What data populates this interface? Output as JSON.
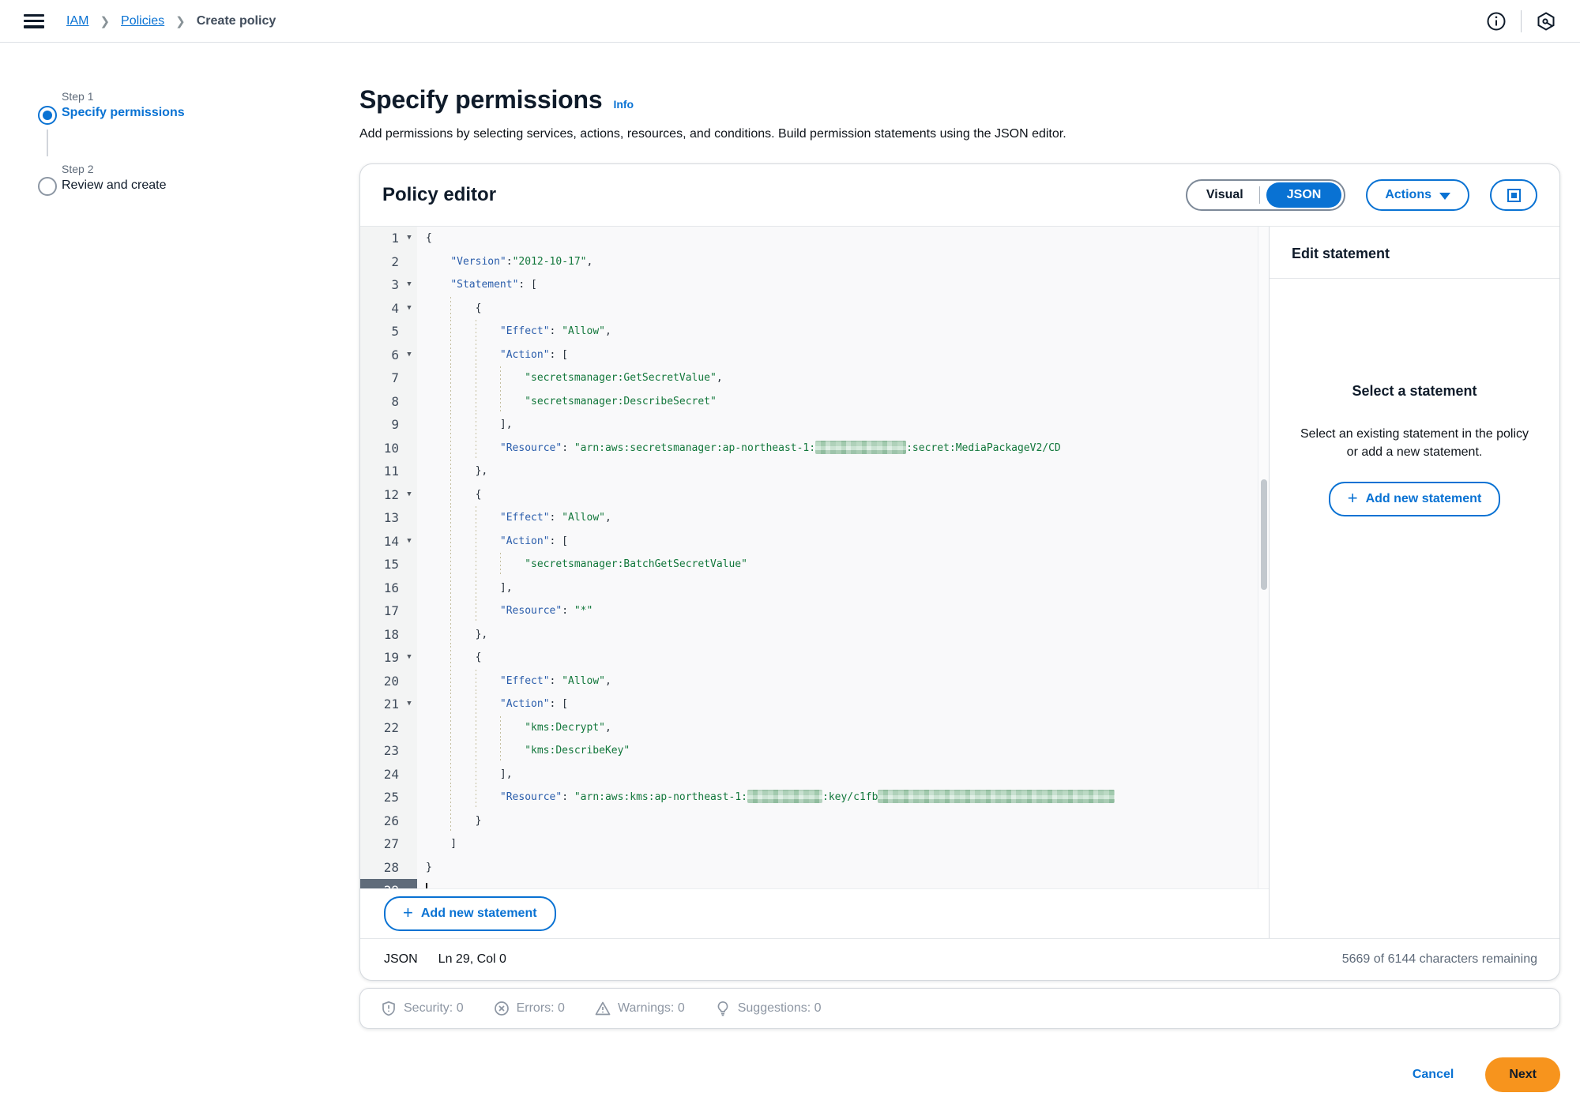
{
  "topbar": {
    "breadcrumb_iam": "IAM",
    "breadcrumb_policies": "Policies",
    "breadcrumb_current": "Create policy"
  },
  "steps": {
    "step1_label": "Step 1",
    "step1_title": "Specify permissions",
    "step2_label": "Step 2",
    "step2_title": "Review and create"
  },
  "header": {
    "title": "Specify permissions",
    "info_link": "Info",
    "description": "Add permissions by selecting services, actions, resources, and conditions. Build permission statements using the JSON editor."
  },
  "policy_editor": {
    "title": "Policy editor",
    "visual_tab": "Visual",
    "json_tab": "JSON",
    "actions_button": "Actions",
    "side_panel": {
      "header": "Edit statement",
      "empty_title": "Select a statement",
      "empty_text": "Select an existing statement in the policy or add a new statement.",
      "add_button": "Add new statement"
    },
    "add_statement_button": "Add new statement",
    "footer": {
      "mode": "JSON",
      "cursor_position": "Ln 29, Col 0",
      "chars_remaining": "5669 of 6144 characters remaining"
    },
    "status": [
      {
        "icon": "shield-icon",
        "label": "Security: 0"
      },
      {
        "icon": "circle-x-icon",
        "label": "Errors: 0"
      },
      {
        "icon": "warning-triangle-icon",
        "label": "Warnings: 0"
      },
      {
        "icon": "lightbulb-icon",
        "label": "Suggestions: 0"
      }
    ]
  },
  "editor": {
    "lines": [
      {
        "fold": true,
        "code": [
          [
            "p",
            "{"
          ]
        ]
      },
      {
        "code": [
          [
            "p",
            "    "
          ],
          [
            "k",
            "\"Version\""
          ],
          [
            "p",
            ":"
          ],
          [
            "s",
            "\"2012-10-17\""
          ],
          [
            "p",
            ","
          ]
        ]
      },
      {
        "fold": true,
        "code": [
          [
            "p",
            "    "
          ],
          [
            "k",
            "\"Statement\""
          ],
          [
            "p",
            ": ["
          ]
        ]
      },
      {
        "fold": true,
        "code": [
          [
            "p",
            "        {"
          ]
        ]
      },
      {
        "code": [
          [
            "p",
            "            "
          ],
          [
            "k",
            "\"Effect\""
          ],
          [
            "p",
            ": "
          ],
          [
            "s",
            "\"Allow\""
          ],
          [
            "p",
            ","
          ]
        ]
      },
      {
        "fold": true,
        "code": [
          [
            "p",
            "            "
          ],
          [
            "k",
            "\"Action\""
          ],
          [
            "p",
            ": ["
          ]
        ]
      },
      {
        "code": [
          [
            "p",
            "                "
          ],
          [
            "s",
            "\"secretsmanager:GetSecretValue\""
          ],
          [
            "p",
            ","
          ]
        ]
      },
      {
        "code": [
          [
            "p",
            "                "
          ],
          [
            "s",
            "\"secretsmanager:DescribeSecret\""
          ]
        ]
      },
      {
        "code": [
          [
            "p",
            "            ],"
          ]
        ]
      },
      {
        "code": [
          [
            "p",
            "            "
          ],
          [
            "k",
            "\"Resource\""
          ],
          [
            "p",
            ": "
          ],
          [
            "s",
            "\"arn:aws:secretsmanager:ap-northeast-1:"
          ],
          [
            "r",
            115
          ],
          [
            "s",
            ":secret:MediaPackageV2/CD"
          ]
        ]
      },
      {
        "code": [
          [
            "p",
            "        },"
          ]
        ]
      },
      {
        "fold": true,
        "code": [
          [
            "p",
            "        {"
          ]
        ]
      },
      {
        "code": [
          [
            "p",
            "            "
          ],
          [
            "k",
            "\"Effect\""
          ],
          [
            "p",
            ": "
          ],
          [
            "s",
            "\"Allow\""
          ],
          [
            "p",
            ","
          ]
        ]
      },
      {
        "fold": true,
        "code": [
          [
            "p",
            "            "
          ],
          [
            "k",
            "\"Action\""
          ],
          [
            "p",
            ": ["
          ]
        ]
      },
      {
        "code": [
          [
            "p",
            "                "
          ],
          [
            "s",
            "\"secretsmanager:BatchGetSecretValue\""
          ]
        ]
      },
      {
        "code": [
          [
            "p",
            "            ],"
          ]
        ]
      },
      {
        "code": [
          [
            "p",
            "            "
          ],
          [
            "k",
            "\"Resource\""
          ],
          [
            "p",
            ": "
          ],
          [
            "s",
            "\"*\""
          ]
        ]
      },
      {
        "code": [
          [
            "p",
            "        },"
          ]
        ]
      },
      {
        "fold": true,
        "code": [
          [
            "p",
            "        {"
          ]
        ]
      },
      {
        "code": [
          [
            "p",
            "            "
          ],
          [
            "k",
            "\"Effect\""
          ],
          [
            "p",
            ": "
          ],
          [
            "s",
            "\"Allow\""
          ],
          [
            "p",
            ","
          ]
        ]
      },
      {
        "fold": true,
        "code": [
          [
            "p",
            "            "
          ],
          [
            "k",
            "\"Action\""
          ],
          [
            "p",
            ": ["
          ]
        ]
      },
      {
        "code": [
          [
            "p",
            "                "
          ],
          [
            "s",
            "\"kms:Decrypt\""
          ],
          [
            "p",
            ","
          ]
        ]
      },
      {
        "code": [
          [
            "p",
            "                "
          ],
          [
            "s",
            "\"kms:DescribeKey\""
          ]
        ]
      },
      {
        "code": [
          [
            "p",
            "            ],"
          ]
        ]
      },
      {
        "code": [
          [
            "p",
            "            "
          ],
          [
            "k",
            "\"Resource\""
          ],
          [
            "p",
            ": "
          ],
          [
            "s",
            "\"arn:aws:kms:ap-northeast-1:"
          ],
          [
            "r",
            95
          ],
          [
            "s",
            ":key/c1fb"
          ],
          [
            "r",
            300
          ]
        ]
      },
      {
        "code": [
          [
            "p",
            "        }"
          ]
        ]
      },
      {
        "code": [
          [
            "p",
            "    ]"
          ]
        ]
      },
      {
        "code": [
          [
            "p",
            "}"
          ]
        ]
      },
      {
        "cursor": true,
        "code": []
      }
    ]
  },
  "footer_actions": {
    "cancel": "Cancel",
    "next": "Next"
  },
  "colors": {
    "accent_blue": "#0972d3",
    "primary_orange": "#f7941d",
    "key_blue": "#2a5dab",
    "string_green": "#12773b",
    "active_line_gutter": "#5f6b7a"
  }
}
